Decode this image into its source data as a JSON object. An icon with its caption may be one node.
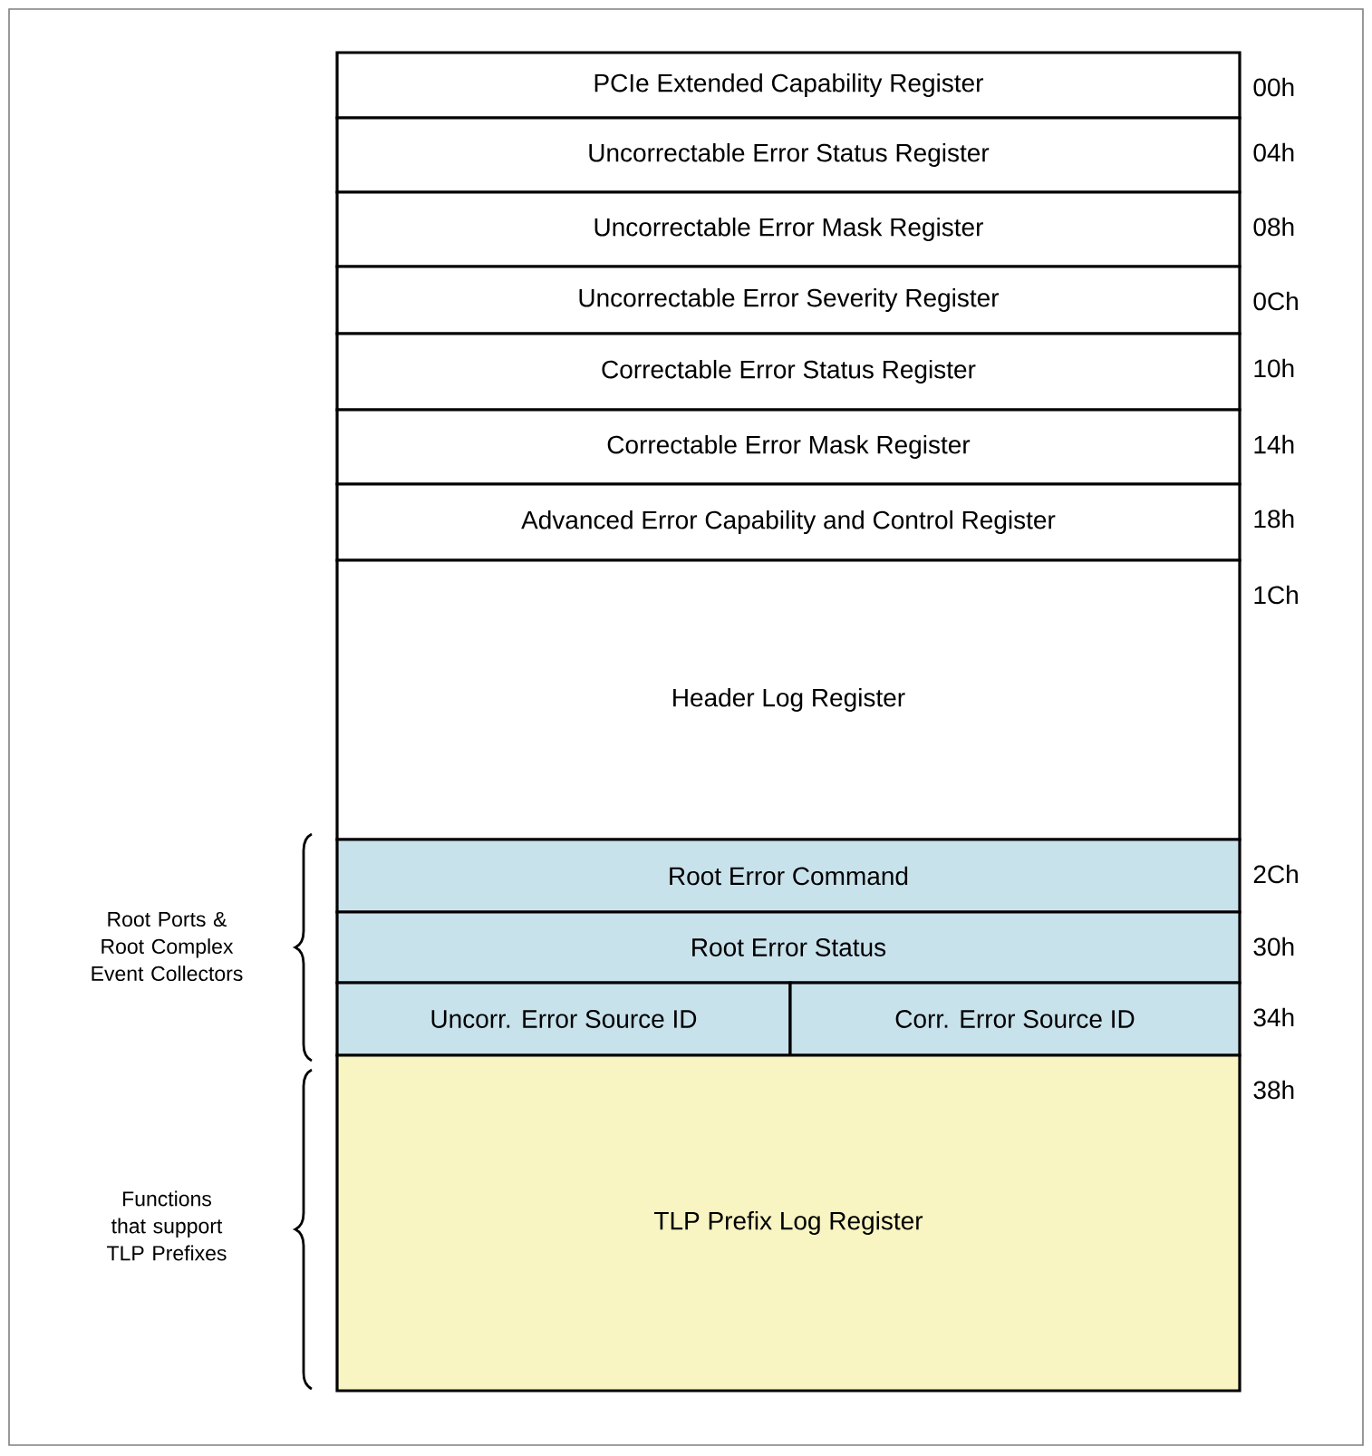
{
  "diagram": {
    "nodes": [
      {
        "text": [
          "PCIe Extended Capability Register"
        ],
        "beside": [
          "00h"
        ]
      },
      {
        "text": [
          "Uncorrectable Error Status Register"
        ],
        "beside": [
          "04h"
        ]
      },
      {
        "text": [
          "Uncorrectable Error Mask Register"
        ],
        "beside": [
          "08h"
        ]
      },
      {
        "text": [
          "Uncorrectable Error Severity Register"
        ],
        "beside": [
          "0Ch"
        ]
      },
      {
        "text": [
          "Correctable Error Status Register"
        ],
        "beside": [
          "10h"
        ]
      },
      {
        "text": [
          "Correctable Error Mask Register"
        ],
        "beside": [
          "14h"
        ]
      },
      {
        "text": [
          "Advanced Error Capability and Control Register"
        ],
        "beside": [
          "18h"
        ]
      },
      {
        "text": [
          "Header Log Register"
        ],
        "beside": [
          "1Ch"
        ]
      },
      {
        "text": [
          "Root Error Command"
        ],
        "beside": [
          "2Ch"
        ]
      },
      {
        "text": [
          "Root Error Status"
        ],
        "beside": [
          "30h"
        ]
      },
      {
        "text": [
          "Uncorr. Error Source ID"
        ]
      },
      {
        "text": [
          "Corr. Error Source ID"
        ],
        "beside": [
          "34h"
        ]
      },
      {
        "text": [
          "TLP Prefix Log Register"
        ],
        "beside": [
          "38h"
        ]
      }
    ],
    "labels": [
      "Root Ports & Root Complex Event Collectors",
      "Functions that support TLP Prefixes"
    ]
  }
}
